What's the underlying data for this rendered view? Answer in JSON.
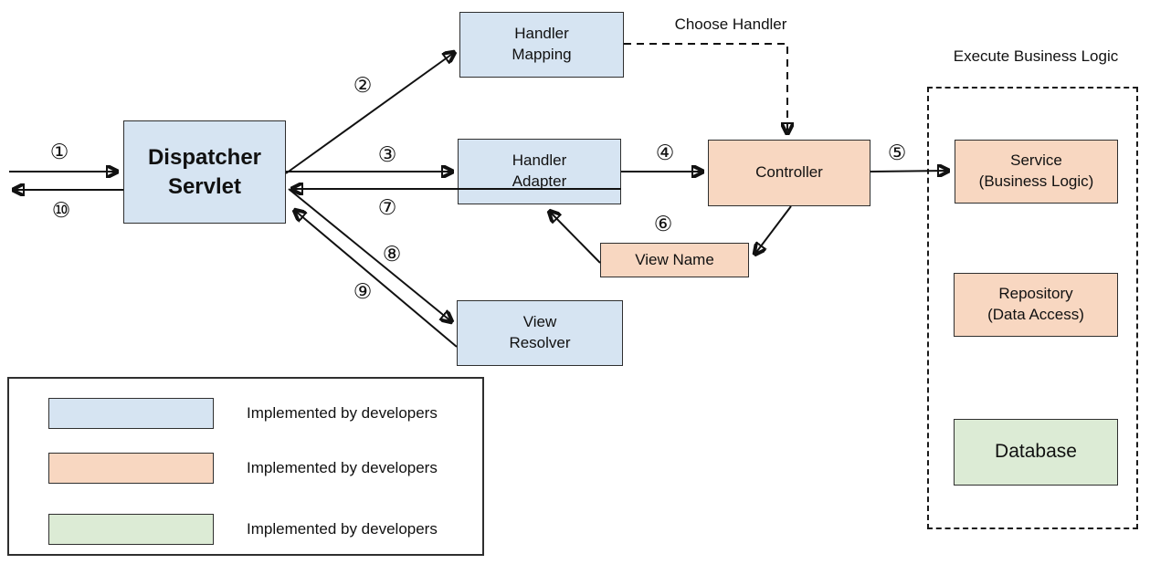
{
  "diagram": {
    "nodes": {
      "dispatcher_servlet": "Dispatcher\nServlet",
      "handler_mapping": "Handler\nMapping",
      "handler_adapter": "Handler\nAdapter",
      "controller": "Controller",
      "view_name": "View Name",
      "view_resolver": "View\nResolver",
      "service": "Service\n(Business Logic)",
      "repository": "Repository\n(Data Access)",
      "database": "Database"
    },
    "annotations": {
      "choose_handler": "Choose Handler",
      "execute_business_logic": "Execute Business Logic"
    },
    "steps": [
      "①",
      "②",
      "③",
      "④",
      "⑤",
      "⑥",
      "⑦",
      "⑧",
      "⑨",
      "⑩"
    ],
    "legend": {
      "items": [
        {
          "color": "#d6e4f2",
          "label": "Implemented by developers"
        },
        {
          "color": "#f8d7c1",
          "label": "Implemented by developers"
        },
        {
          "color": "#dcebd5",
          "label": "Implemented by developers"
        }
      ]
    },
    "colors": {
      "component_blue": "#d6e4f2",
      "component_peach": "#f8d7c1",
      "component_green": "#dcebd5",
      "box_border": "#2f2f2f",
      "arrow": "#111111"
    }
  }
}
